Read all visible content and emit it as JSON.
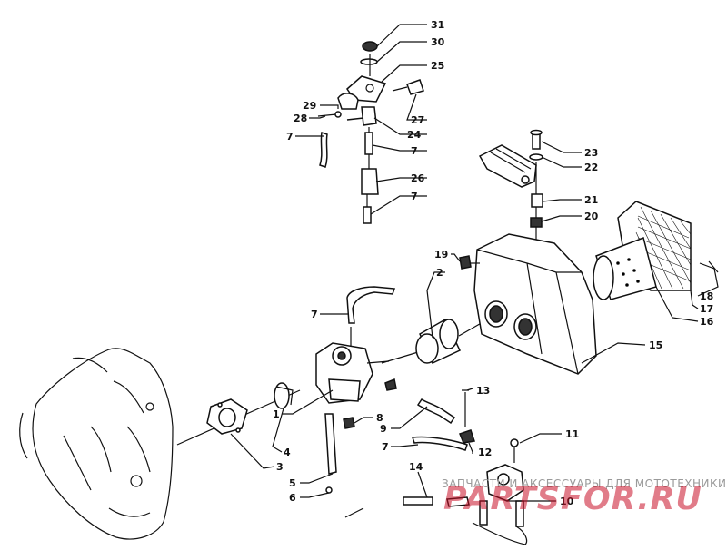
{
  "labels": [
    {
      "id": "l31",
      "text": "31"
    },
    {
      "id": "l30",
      "text": "30"
    },
    {
      "id": "l25",
      "text": "25"
    },
    {
      "id": "l29",
      "text": "29"
    },
    {
      "id": "l28",
      "text": "28"
    },
    {
      "id": "l27",
      "text": "27"
    },
    {
      "id": "l7a",
      "text": "7"
    },
    {
      "id": "l24",
      "text": "24"
    },
    {
      "id": "l7b",
      "text": "7"
    },
    {
      "id": "l26",
      "text": "26"
    },
    {
      "id": "l7c",
      "text": "7"
    },
    {
      "id": "l23",
      "text": "23"
    },
    {
      "id": "l22",
      "text": "22"
    },
    {
      "id": "l21",
      "text": "21"
    },
    {
      "id": "l20",
      "text": "20"
    },
    {
      "id": "l19",
      "text": "19"
    },
    {
      "id": "l2",
      "text": "2"
    },
    {
      "id": "l18",
      "text": "18"
    },
    {
      "id": "l17",
      "text": "17"
    },
    {
      "id": "l16",
      "text": "16"
    },
    {
      "id": "l7d",
      "text": "7"
    },
    {
      "id": "l15",
      "text": "15"
    },
    {
      "id": "l13",
      "text": "13"
    },
    {
      "id": "l8",
      "text": "8"
    },
    {
      "id": "l9",
      "text": "9"
    },
    {
      "id": "l11",
      "text": "11"
    },
    {
      "id": "l1",
      "text": "1"
    },
    {
      "id": "l7e",
      "text": "7"
    },
    {
      "id": "l12",
      "text": "12"
    },
    {
      "id": "l4",
      "text": "4"
    },
    {
      "id": "l3",
      "text": "3"
    },
    {
      "id": "l14",
      "text": "14"
    },
    {
      "id": "l5",
      "text": "5"
    },
    {
      "id": "l10",
      "text": "10"
    },
    {
      "id": "l6",
      "text": "6"
    }
  ],
  "watermark": {
    "text": "ЗАПЧАСТИ И АКСЕССУАРЫ ДЛЯ МОТОТЕХНИКИ",
    "logo": "PARTSFOR.RU"
  }
}
